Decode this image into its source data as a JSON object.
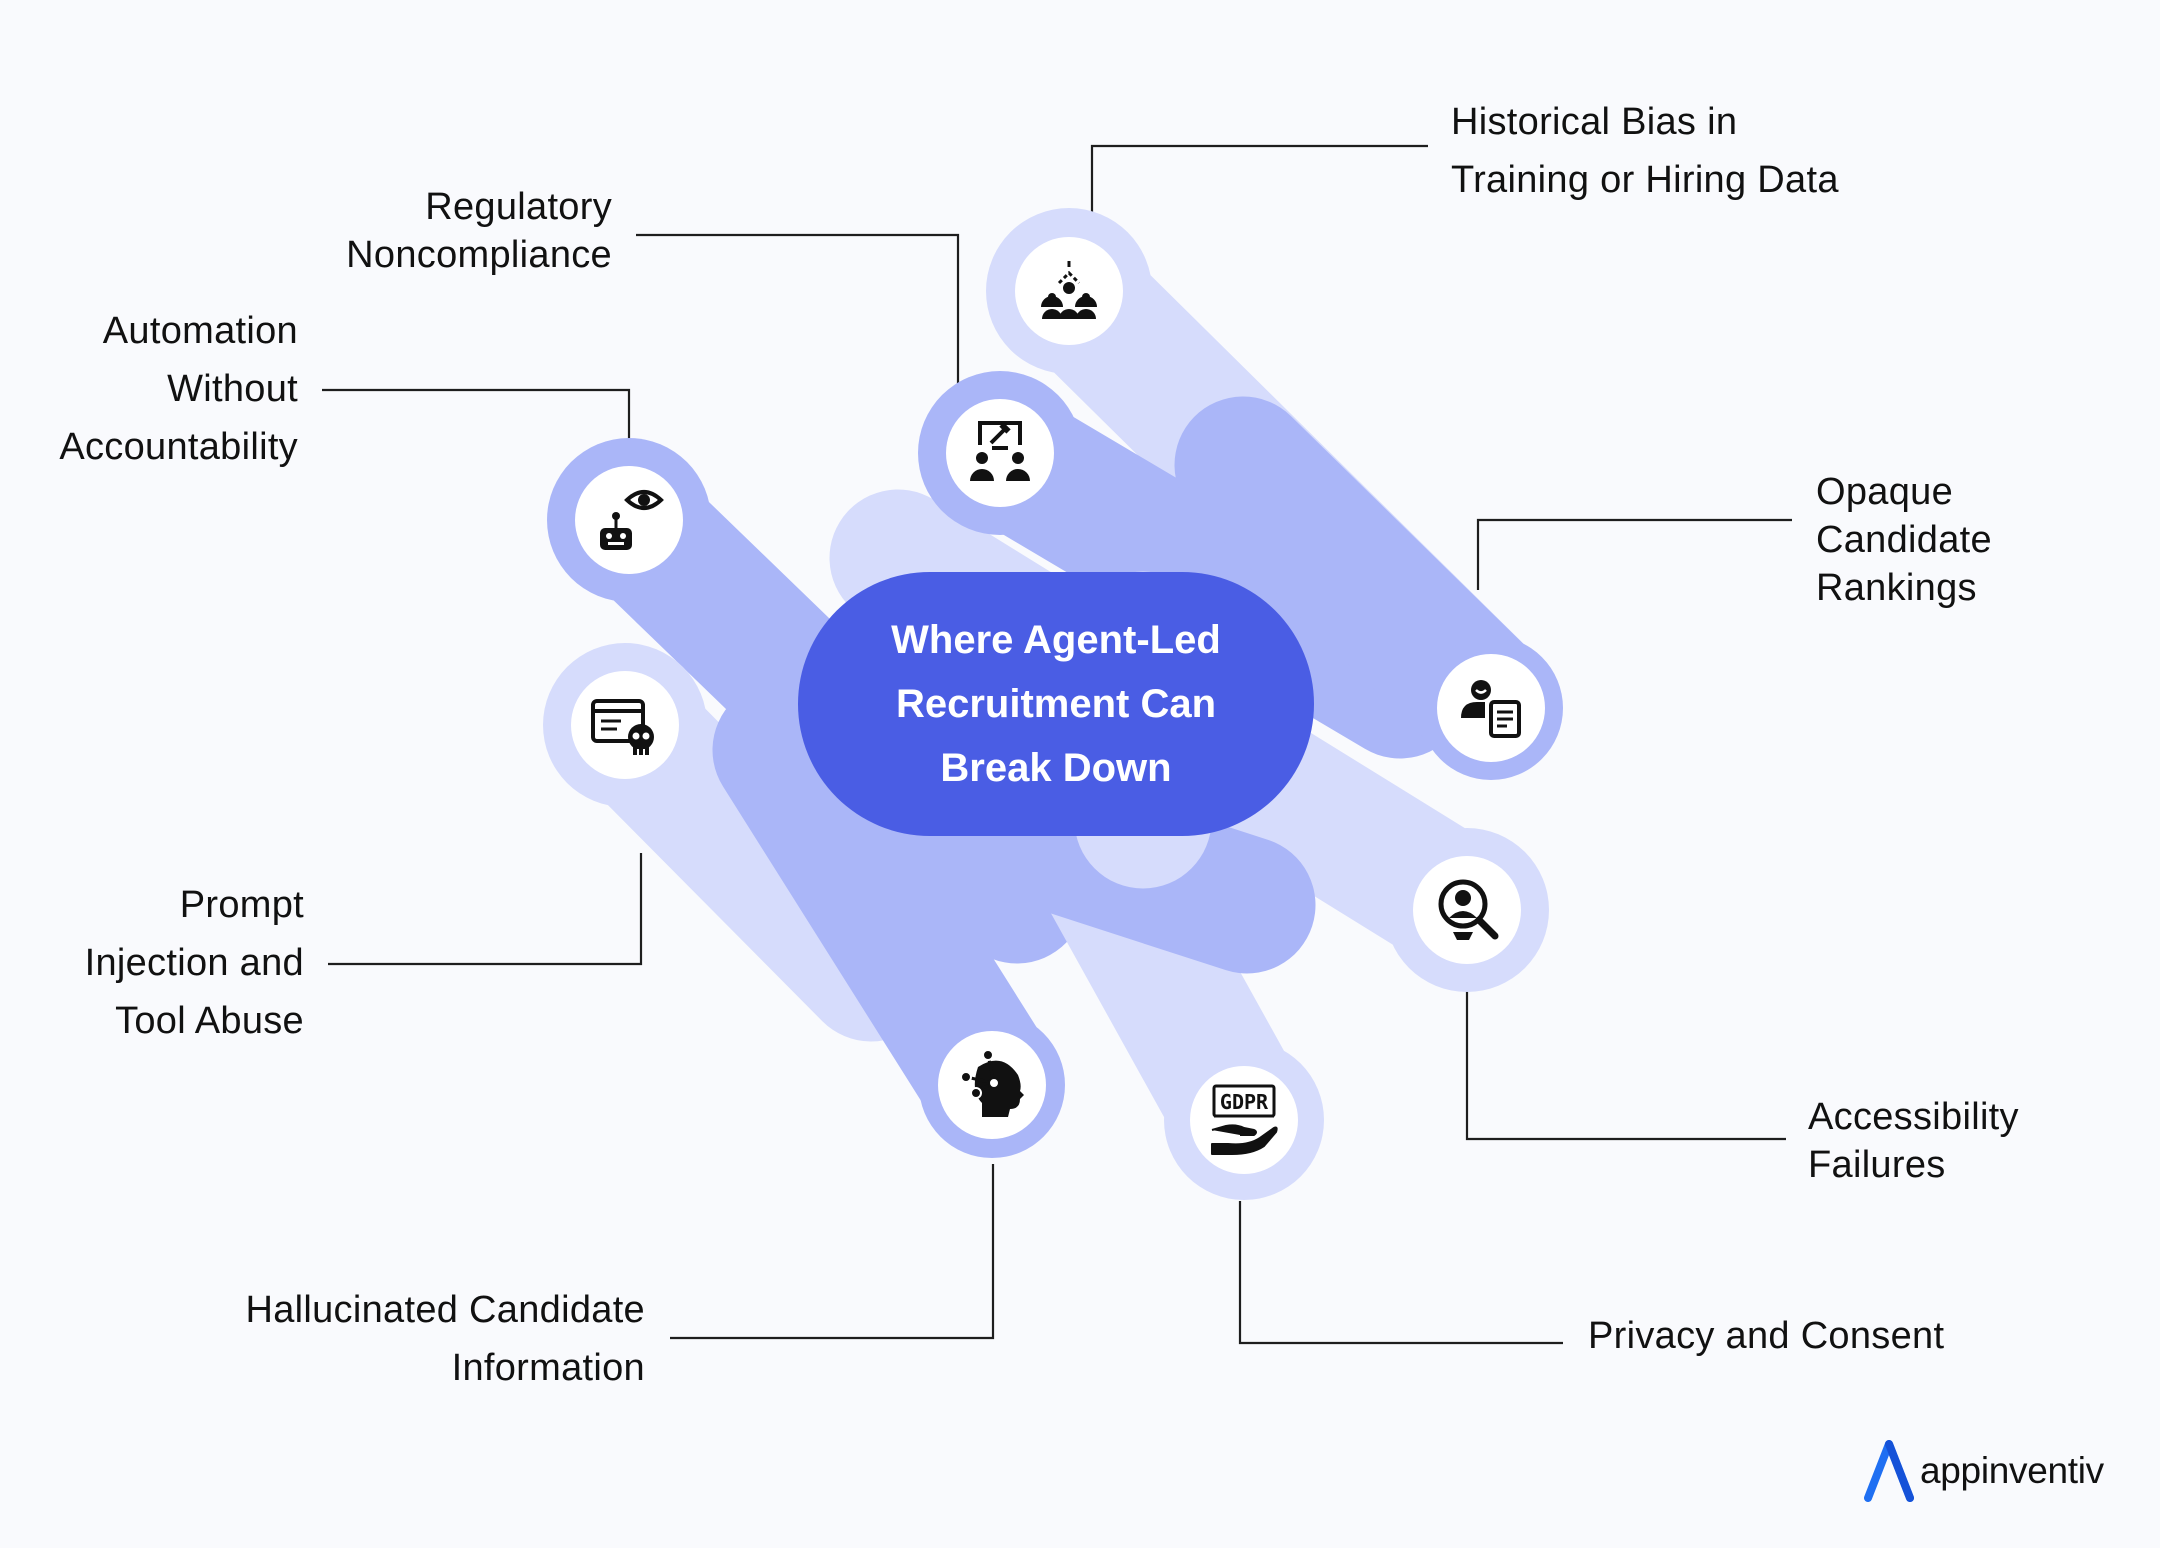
{
  "center": {
    "lines": [
      "Where Agent-Led",
      "Recruitment Can",
      "Break Down"
    ]
  },
  "labels": {
    "historical_bias": [
      "Historical Bias in",
      "Training or Hiring Data"
    ],
    "regulatory": [
      "Regulatory",
      "Noncompliance"
    ],
    "automation": [
      "Automation",
      "Without",
      "Accountability"
    ],
    "opaque": [
      "Opaque",
      "Candidate",
      "Rankings"
    ],
    "prompt_injection": [
      "Prompt",
      "Injection and",
      "Tool Abuse"
    ],
    "accessibility": [
      "Accessibility",
      "Failures"
    ],
    "hallucinated": [
      "Hallucinated Candidate",
      "Information"
    ],
    "privacy": [
      "Privacy and Consent"
    ]
  },
  "icons": {
    "historical_bias": "org-hierarchy-icon",
    "regulatory": "gavel-meeting-icon",
    "automation": "robot-eye-icon",
    "opaque": "candidate-document-icon",
    "prompt_injection": "document-skull-icon",
    "accessibility": "search-person-icon",
    "hallucinated": "head-network-icon",
    "privacy": "gdpr-hand-icon",
    "gdpr_text": "GDPR"
  },
  "brand": {
    "name": "appinventiv"
  },
  "colors": {
    "center": "#4a5de4",
    "band_light": "#d6dcfc",
    "band_mid": "#aab6f8",
    "line": "#1e1e1e",
    "text": "#111111"
  }
}
